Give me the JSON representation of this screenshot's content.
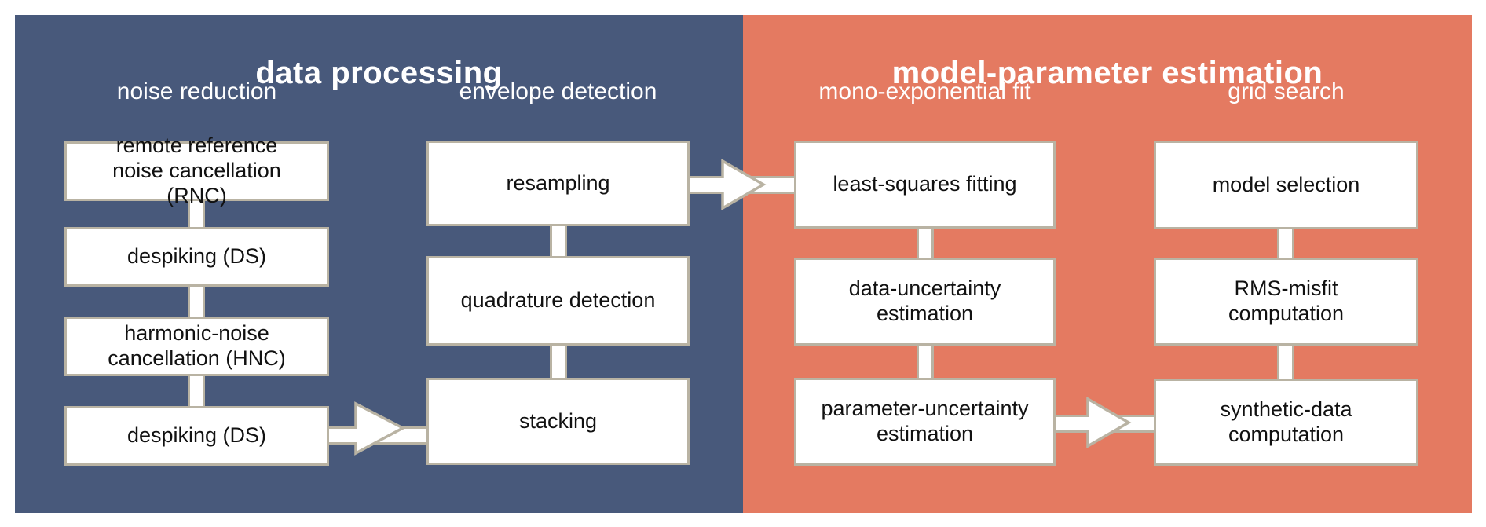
{
  "figure": {
    "type": "flowchart",
    "colors": {
      "data_processing_bg": "#48597B",
      "model_parameter_bg": "#E47A61",
      "box_fill": "#ffffff",
      "box_border": "#B9B3A3",
      "title_text": "#ffffff",
      "box_text": "#111111",
      "page_bg": "#ffffff"
    },
    "sections": [
      {
        "id": "data-processing",
        "title": "data processing",
        "columns": [
          {
            "header": "noise reduction",
            "boxes": [
              "remote reference noise cancellation (RNC)",
              "despiking (DS)",
              "harmonic-noise cancellation (HNC)",
              "despiking (DS)"
            ]
          },
          {
            "header": "envelope detection",
            "boxes": [
              "resampling",
              "quadrature detection",
              "stacking"
            ]
          }
        ]
      },
      {
        "id": "model-parameter-estimation",
        "title": "model-parameter estimation",
        "columns": [
          {
            "header": "mono-exponential fit",
            "boxes": [
              "least-squares fitting",
              "data-uncertainty estimation",
              "parameter-uncertainty estimation"
            ]
          },
          {
            "header": "grid search",
            "boxes": [
              "model selection",
              "RMS-misfit computation",
              "synthetic-data computation"
            ]
          }
        ]
      }
    ],
    "connections": [
      {
        "from": "remote reference noise cancellation (RNC)",
        "to": "despiking (DS)",
        "style": "vertical-bar"
      },
      {
        "from": "despiking (DS)",
        "to": "harmonic-noise cancellation (HNC)",
        "style": "vertical-bar"
      },
      {
        "from": "harmonic-noise cancellation (HNC)",
        "to": "despiking (DS)",
        "style": "vertical-bar"
      },
      {
        "from": "despiking (DS)",
        "to": "stacking",
        "style": "right-arrow"
      },
      {
        "from": "resampling",
        "to": "quadrature detection",
        "style": "vertical-bar"
      },
      {
        "from": "quadrature detection",
        "to": "stacking",
        "style": "vertical-bar"
      },
      {
        "from": "resampling",
        "to": "least-squares fitting",
        "style": "right-arrow"
      },
      {
        "from": "least-squares fitting",
        "to": "data-uncertainty estimation",
        "style": "vertical-bar"
      },
      {
        "from": "data-uncertainty estimation",
        "to": "parameter-uncertainty estimation",
        "style": "vertical-bar"
      },
      {
        "from": "parameter-uncertainty estimation",
        "to": "synthetic-data computation",
        "style": "right-arrow"
      },
      {
        "from": "model selection",
        "to": "RMS-misfit computation",
        "style": "vertical-bar"
      },
      {
        "from": "RMS-misfit computation",
        "to": "synthetic-data computation",
        "style": "vertical-bar"
      }
    ]
  }
}
